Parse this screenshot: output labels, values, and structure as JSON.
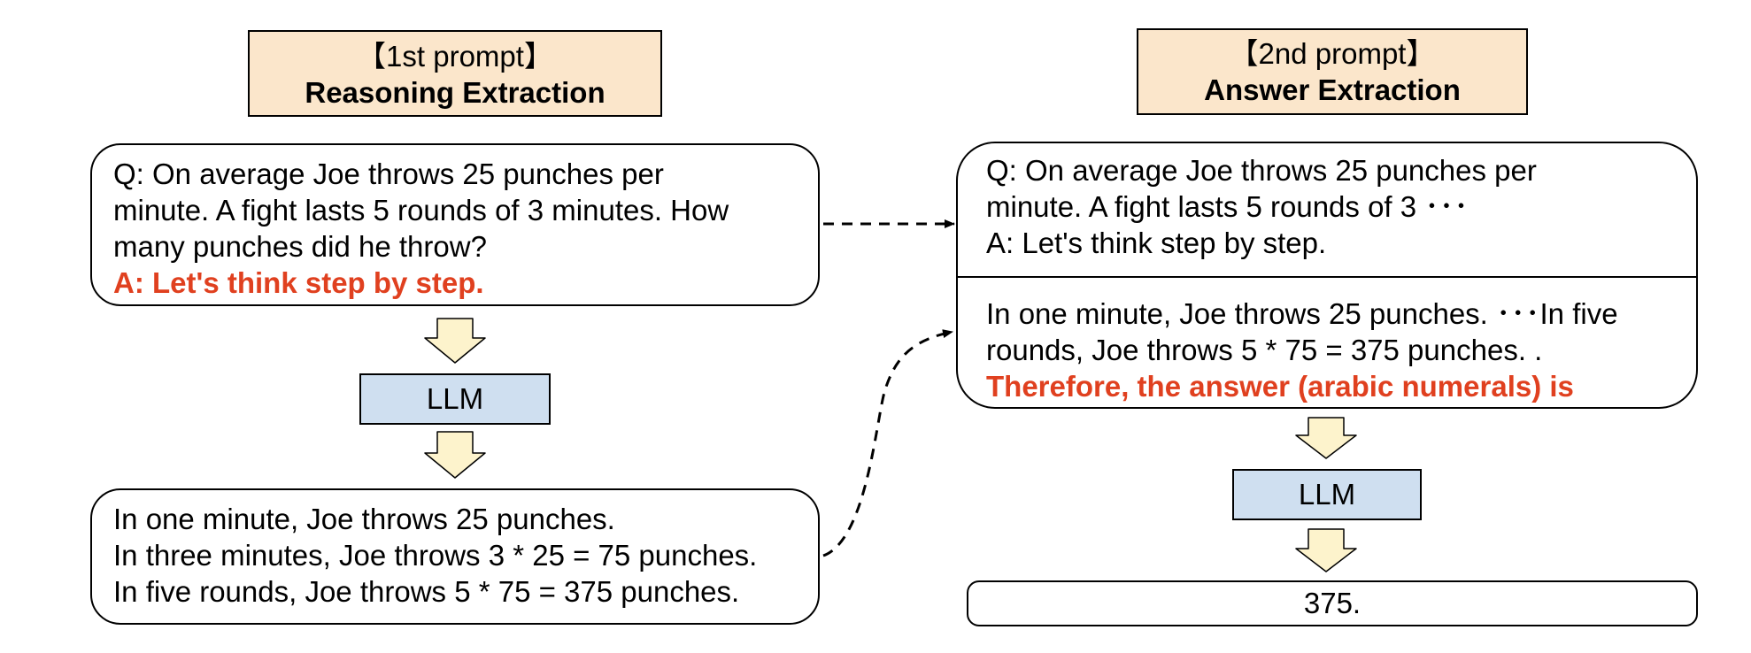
{
  "left": {
    "header": {
      "line1": "【1st prompt】",
      "line2": "Reasoning Extraction"
    },
    "question_box": {
      "q_line1": "Q: On average Joe throws 25 punches per",
      "q_line2": "minute.  A fight lasts 5 rounds of 3 minutes.  How",
      "q_line3": "many punches did he throw?",
      "trigger": "A: Let's think step by step."
    },
    "llm_label": "LLM",
    "output_box": {
      "line1": "In one minute, Joe throws 25 punches.",
      "line2": "In three minutes, Joe throws 3 * 25 = 75 punches.",
      "line3": "In five rounds, Joe throws 5 * 75 = 375 punches."
    }
  },
  "right": {
    "header": {
      "line1": "【2nd prompt】",
      "line2": "Answer Extraction"
    },
    "prompt_box": {
      "q_line1": "Q: On average Joe throws 25 punches per",
      "q_line2": "minute.  A fight lasts 5 rounds of 3 ･･･",
      "a_line": "A: Let's think step by step.",
      "r_line1": "In one minute, Joe throws 25 punches. ･･･In five",
      "r_line2": "rounds, Joe throws 5 * 75 = 375 punches. .",
      "trigger": "Therefore, the answer (arabic numerals) is"
    },
    "llm_label": "LLM",
    "answer": "375."
  },
  "colors": {
    "header_fill": "#fbe6cb",
    "llm_fill": "#cfdff0",
    "arrow_fill": "#fdf3cc",
    "trigger_text": "#e0401f"
  }
}
